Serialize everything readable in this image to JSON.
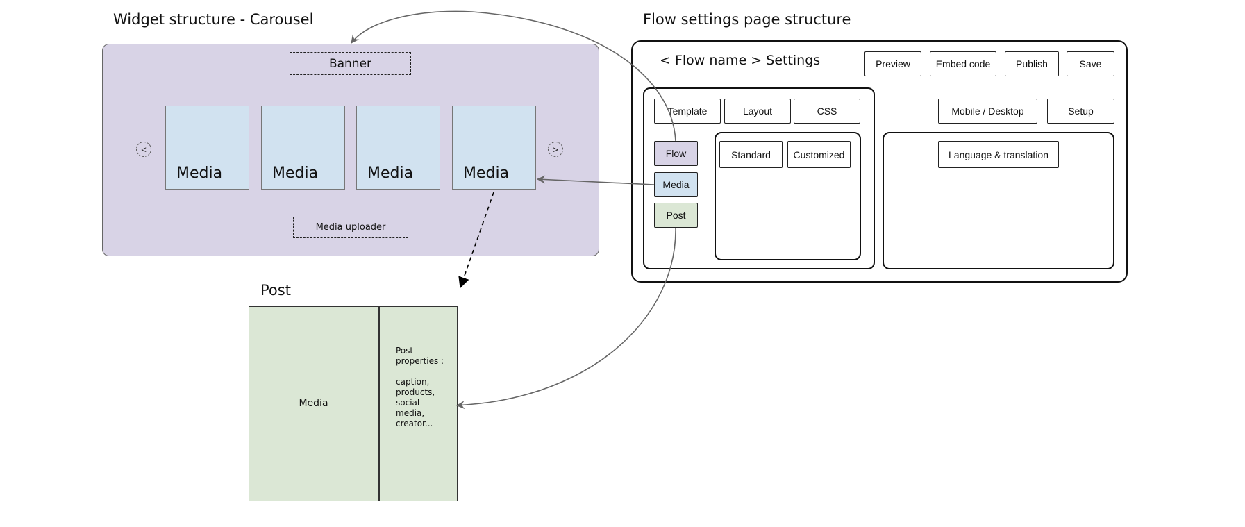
{
  "widget_section": {
    "title": "Widget structure - Carousel",
    "banner_label": "Banner",
    "media_cards": [
      {
        "label": "Media"
      },
      {
        "label": "Media"
      },
      {
        "label": "Media"
      },
      {
        "label": "Media"
      }
    ],
    "prev_nav": "<",
    "next_nav": ">",
    "uploader_label": "Media uploader",
    "colors": {
      "container": "#d8d3e6",
      "media": "#d1e2f0"
    }
  },
  "settings_section": {
    "title": "Flow settings page structure",
    "page_title": "< Flow name > Settings",
    "header_buttons": [
      "Preview",
      "Embed code",
      "Publish",
      "Save"
    ],
    "left_tabs": [
      "Template",
      "Layout",
      "CSS"
    ],
    "side_items": [
      {
        "label": "Flow",
        "color": "#d8d3e6"
      },
      {
        "label": "Media",
        "color": "#d1e2f0"
      },
      {
        "label": "Post",
        "color": "#dbe7d5"
      }
    ],
    "template_options": [
      "Standard",
      "Customized"
    ],
    "right_tabs": [
      "Mobile / Desktop",
      "Setup"
    ],
    "right_panel_button": "Language & translation"
  },
  "post_section": {
    "title": "Post",
    "media_label": "Media",
    "properties_text": "Post\nproperties :\n\ncaption,\nproducts,\nsocial\nmedia,\ncreator...",
    "color": "#dbe7d5"
  },
  "connectors": [
    {
      "from": "Flow",
      "to": "Widget structure - Carousel",
      "style": "solid"
    },
    {
      "from": "Media",
      "to": "Media card",
      "style": "solid"
    },
    {
      "from": "Post",
      "to": "Post properties",
      "style": "solid"
    },
    {
      "from": "Media card",
      "to": "Post",
      "style": "dashed"
    }
  ]
}
